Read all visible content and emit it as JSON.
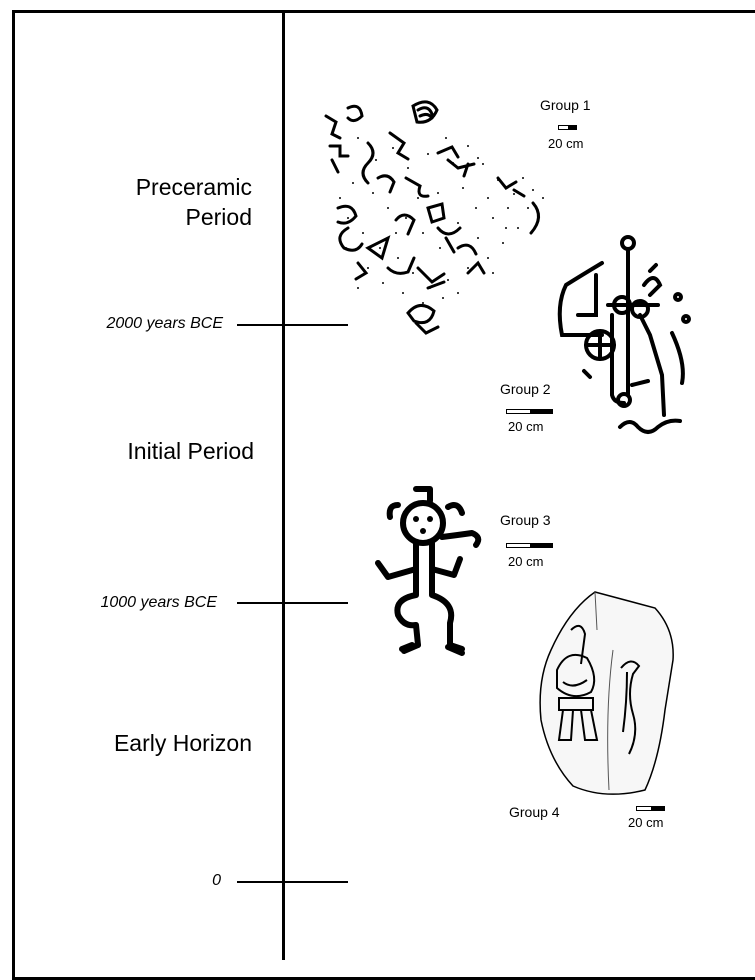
{
  "periods": {
    "preceramic_line1": "Preceramic",
    "preceramic_line2": "Period",
    "initial": "Initial Period",
    "early_horizon": "Early Horizon"
  },
  "ticks": {
    "t2000": "2000 years BCE",
    "t1000": "1000 years BCE",
    "t0": "0"
  },
  "groups": {
    "g1": {
      "label": "Group 1",
      "scale": "20 cm"
    },
    "g2": {
      "label": "Group 2",
      "scale": "20 cm"
    },
    "g3": {
      "label": "Group 3",
      "scale": "20 cm"
    },
    "g4": {
      "label": "Group 4",
      "scale": "20 cm"
    }
  }
}
